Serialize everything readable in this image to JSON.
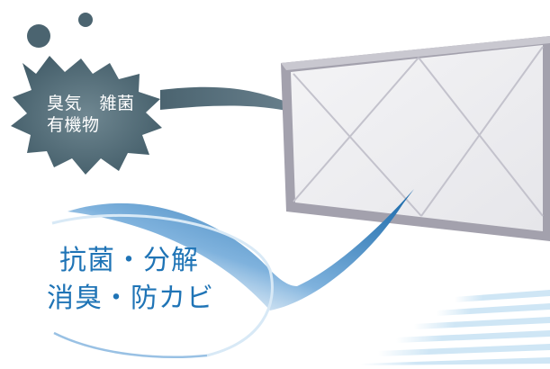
{
  "pollutants": {
    "line1": "臭気　雑菌",
    "line2": "有機物",
    "cloud_color": "#4f6a75"
  },
  "features": {
    "line1": "抗菌・分解",
    "line2": "消臭・防カビ",
    "text_color": "#1f74b6"
  },
  "filter": {
    "frame_color": "#9a98a5",
    "panel_color": "#eeeeee"
  }
}
